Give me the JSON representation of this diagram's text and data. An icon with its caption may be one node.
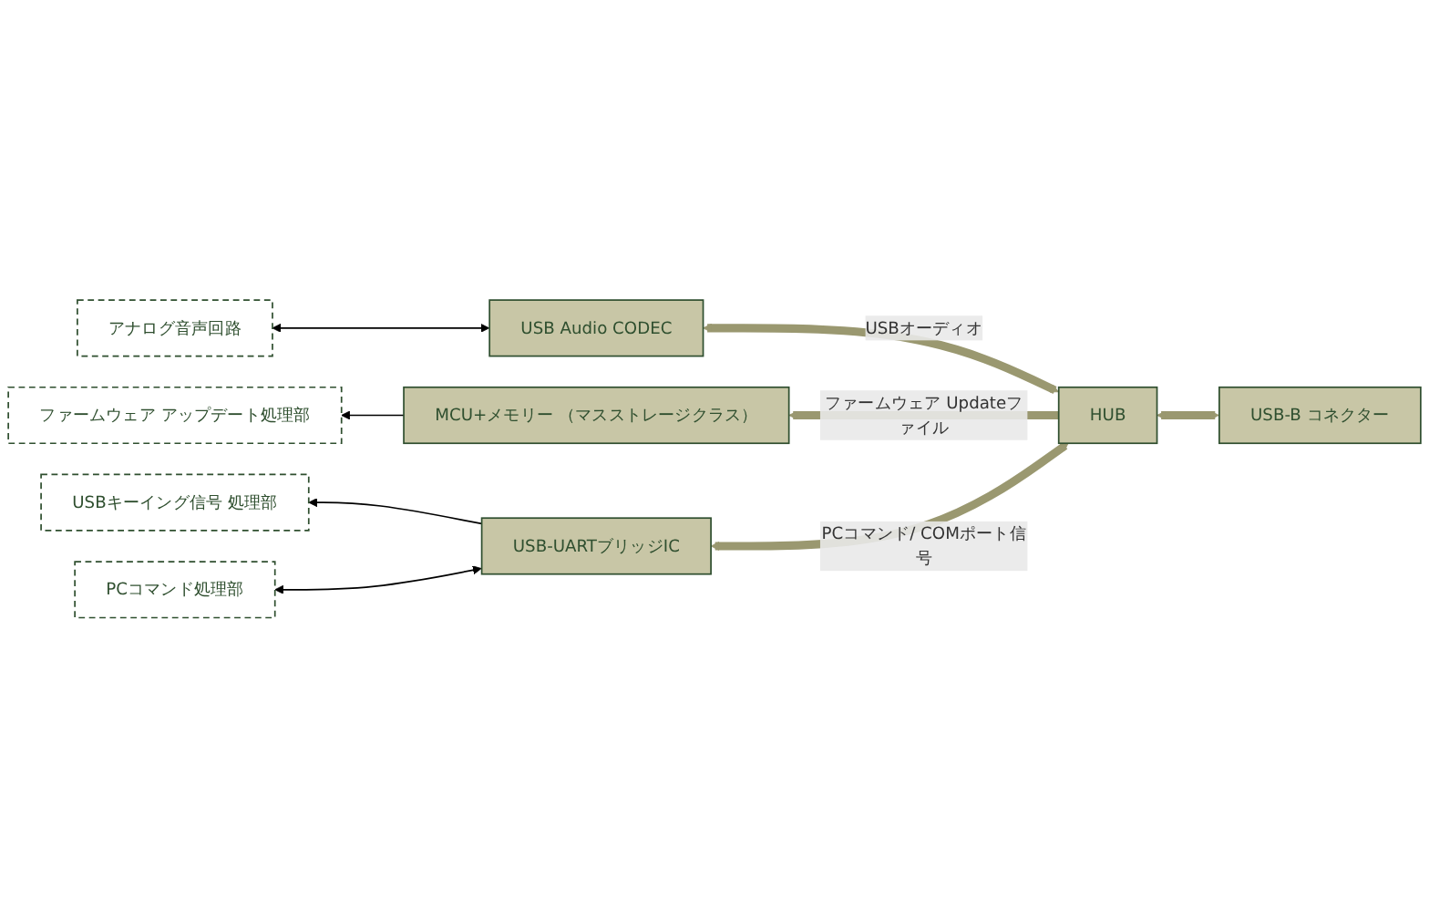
{
  "diagram": {
    "nodes": [
      {
        "text": [
          "アナログ音声回路"
        ]
      },
      {
        "text": [
          "USB Audio CODEC"
        ]
      },
      {
        "text": [
          "HUB"
        ]
      },
      {
        "text": [
          "ファームウェア アップデート処理部"
        ]
      },
      {
        "text": [
          "MCU+メモリー （マスストレージクラス）"
        ]
      },
      {
        "text": [
          "USB-B コネクター"
        ]
      },
      {
        "text": [
          "USBキーイング信号 処理部"
        ]
      },
      {
        "text": [
          "USB-UARTブリッジIC"
        ]
      },
      {
        "text": [
          "PCコマンド処理部"
        ]
      }
    ],
    "edges": [
      {
        "from": 2,
        "to": 1,
        "arrow": "both",
        "label": "USBオーディオ",
        "style": "thick"
      },
      {
        "from": 1,
        "to": 0,
        "arrow": "both",
        "color": "#000000"
      },
      {
        "from": 2,
        "to": 4,
        "arrow": "to",
        "label": "ファームウェア Updateファイル",
        "style": "thick"
      },
      {
        "from": 4,
        "to": 3,
        "arrow": "to",
        "color": "#000000"
      },
      {
        "from": 5,
        "to": 2,
        "arrow": "both",
        "style": "thick"
      },
      {
        "from": 2,
        "to": 7,
        "arrow": "both",
        "label": "PCコマンド/ COMポート信号",
        "style": "thick"
      },
      {
        "from": 7,
        "to": 6,
        "arrow": "to",
        "color": "#000000"
      },
      {
        "from": 7,
        "to": 8,
        "arrow": "both",
        "color": "#000000"
      }
    ]
  }
}
